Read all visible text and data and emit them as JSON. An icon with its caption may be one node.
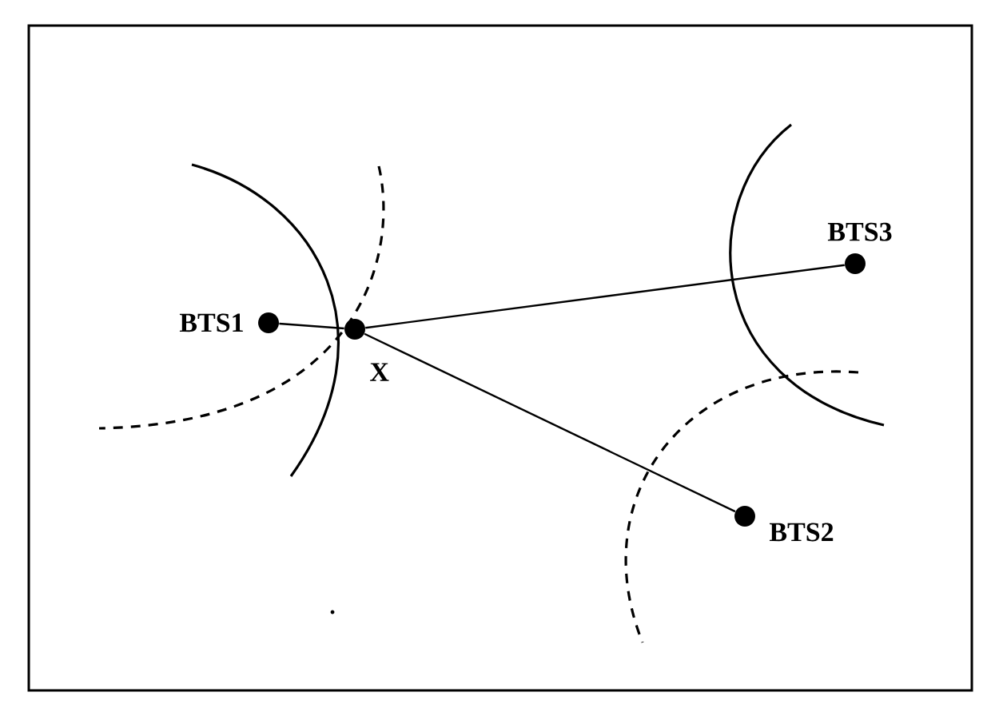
{
  "diagram": {
    "nodes": [
      {
        "text": [],
        "shape": "circle",
        "beside": [
          "BTS1"
        ]
      },
      {
        "text": [],
        "shape": "circle",
        "beside": [
          "X"
        ]
      },
      {
        "text": [],
        "shape": "circle",
        "beside": [
          "BTS3"
        ]
      },
      {
        "text": [],
        "shape": "circle",
        "beside": [
          "BTS2"
        ]
      }
    ],
    "edges": [
      {
        "from": 0,
        "to": 1,
        "arrow": "none"
      },
      {
        "from": 1,
        "to": 2,
        "arrow": "none"
      },
      {
        "from": 1,
        "to": 3,
        "arrow": "none"
      }
    ]
  }
}
